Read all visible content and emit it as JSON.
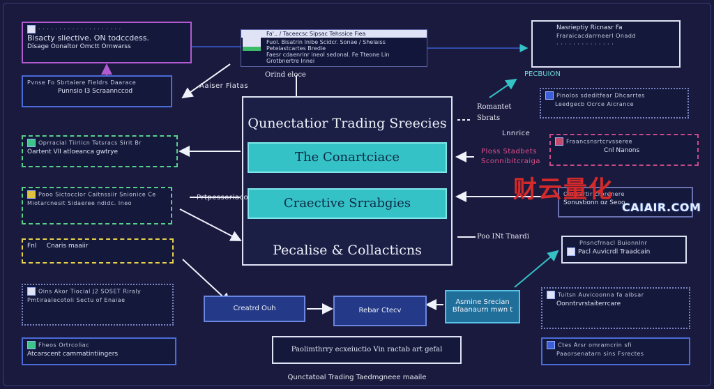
{
  "center": {
    "title": "Qunectatior Trading Sreecies",
    "box1": "The Conartciace",
    "box2": "Craective Srrabgies",
    "footer": "Pecalise & Collacticns"
  },
  "top_table": {
    "header": "Fa'.. / Taceecsc Sipsac Tehssice Fiea",
    "row1": "Fuol. Bisatrin Inibe Scidcr. Sonae / Shelaiss",
    "row2": "Peteiastcartes Bredie",
    "row3": "Faesr cdaenrinr ineol sedonal. Fe Tteone Lin",
    "row4": "Grotbnertre Innei",
    "label": "Orind eloce"
  },
  "left_boxes": [
    {
      "line1": "Bisacty sliective. ON todccdess.",
      "line2": "Disage Oonaltor Omctt Ornwarss"
    },
    {
      "line1": "Pvnse Fo Sbrtaiere Fieldrs Daarace",
      "line2": "Punnsio I3 Scraannccod"
    },
    {
      "line1": "Oprracial Tiirlicn Tetsracs Sirit Br",
      "line2": "Oartent VII atloeanca gwtrye"
    },
    {
      "line1": "Pooo Sictocclor Caitnssiir Snionice Ce",
      "line2": "Miotarcnesit Sidaeree ndidc. Ineo"
    },
    {
      "line1": "Fnl",
      "line2": "Cnaris maaiir"
    },
    {
      "line1": "Oins Akor Tiocial J2 SOSET Riraly",
      "line2": "Pmtiraalecotoli Sectu of Enaiae"
    },
    {
      "line1": "Fheos Ortrcoliac",
      "line2": "Atcarscent cammatintiingers"
    }
  ],
  "right_boxes": [
    {
      "line1": "Nasrieptiy Ricnasr Fa",
      "line2": "Fraraicacdarrneerl Onadd"
    },
    {
      "line1": "Pinolos sdeditfear Dhcarrtes",
      "line2": "Leedgecb Ocrce Aicrance"
    },
    {
      "line1": "Fraancsnsrtcrvsseree",
      "line2": "Cnl Nanons"
    },
    {
      "line1": "Ondsartir crorenere",
      "line2": "Sonustionn oz Seoo"
    },
    {
      "line1": "Pnsncfrnacl Buionnlnr",
      "line2": "Pacl Auvicrdl Traadcain"
    },
    {
      "line1": "Tuitsn Auvicoonna fa aibsar",
      "line2": "Oonntrvrstaiterrcare"
    },
    {
      "line1": "Ctes Arsr omramcrin sfi",
      "line2": "Paaorsenatarn sins Fsrectes"
    }
  ],
  "labels": {
    "pecbion": "PECBUION",
    "romantet": "Romantet",
    "sbrats": "Sbrats",
    "lathe": "Lnnrice",
    "pool": "Poo INt Tnardi",
    "diageia": "Ploss Stadbets",
    "ponder": "Sconnibitcraiga",
    "misc1": "Prtpessoriaco",
    "misc2": "Aaiser Fiatas"
  },
  "bottom": {
    "created": "Creatrd Ouh",
    "rebar": "Rebar Ctecv",
    "assess": "Asmine Srecian",
    "assess2": "Bfaanaurn mwn t",
    "banner": "Paolimthrry ecxeiuctio Vin ractab art gefal"
  },
  "watermark": {
    "cn": "财云量化",
    "en": "CAIAIR.COM"
  },
  "caption": "Qunctatoal Trading Taedmgneee maaile"
}
